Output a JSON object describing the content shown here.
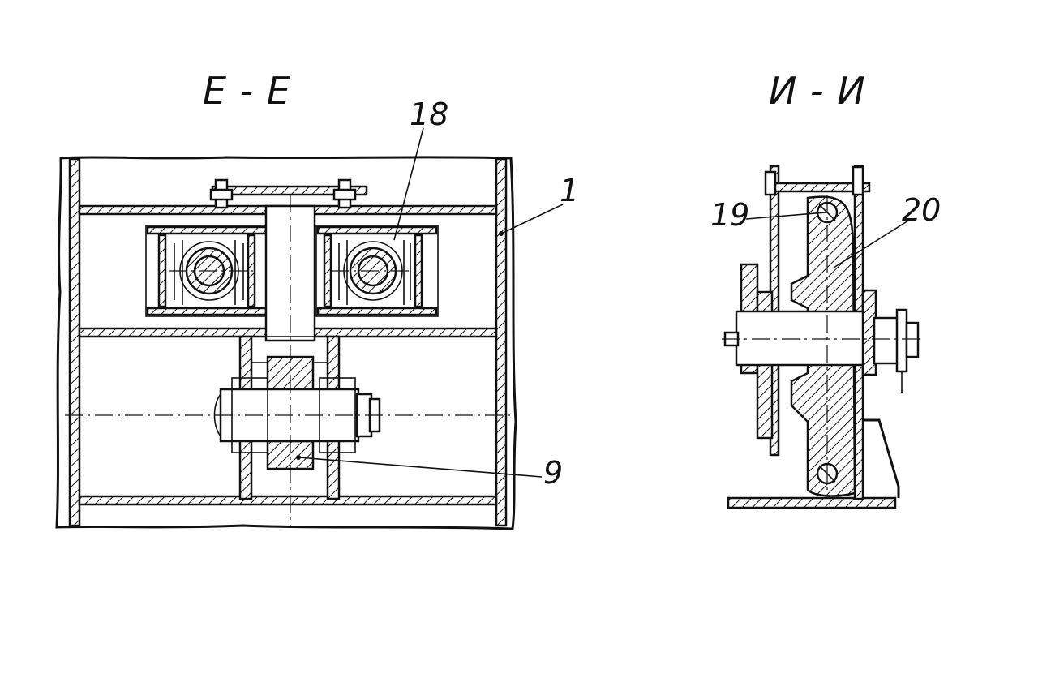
{
  "views": [
    {
      "title": "Е - Е",
      "labels": [
        "18",
        "1",
        "9"
      ]
    },
    {
      "title": "И - И",
      "labels": [
        "19",
        "20"
      ]
    }
  ]
}
